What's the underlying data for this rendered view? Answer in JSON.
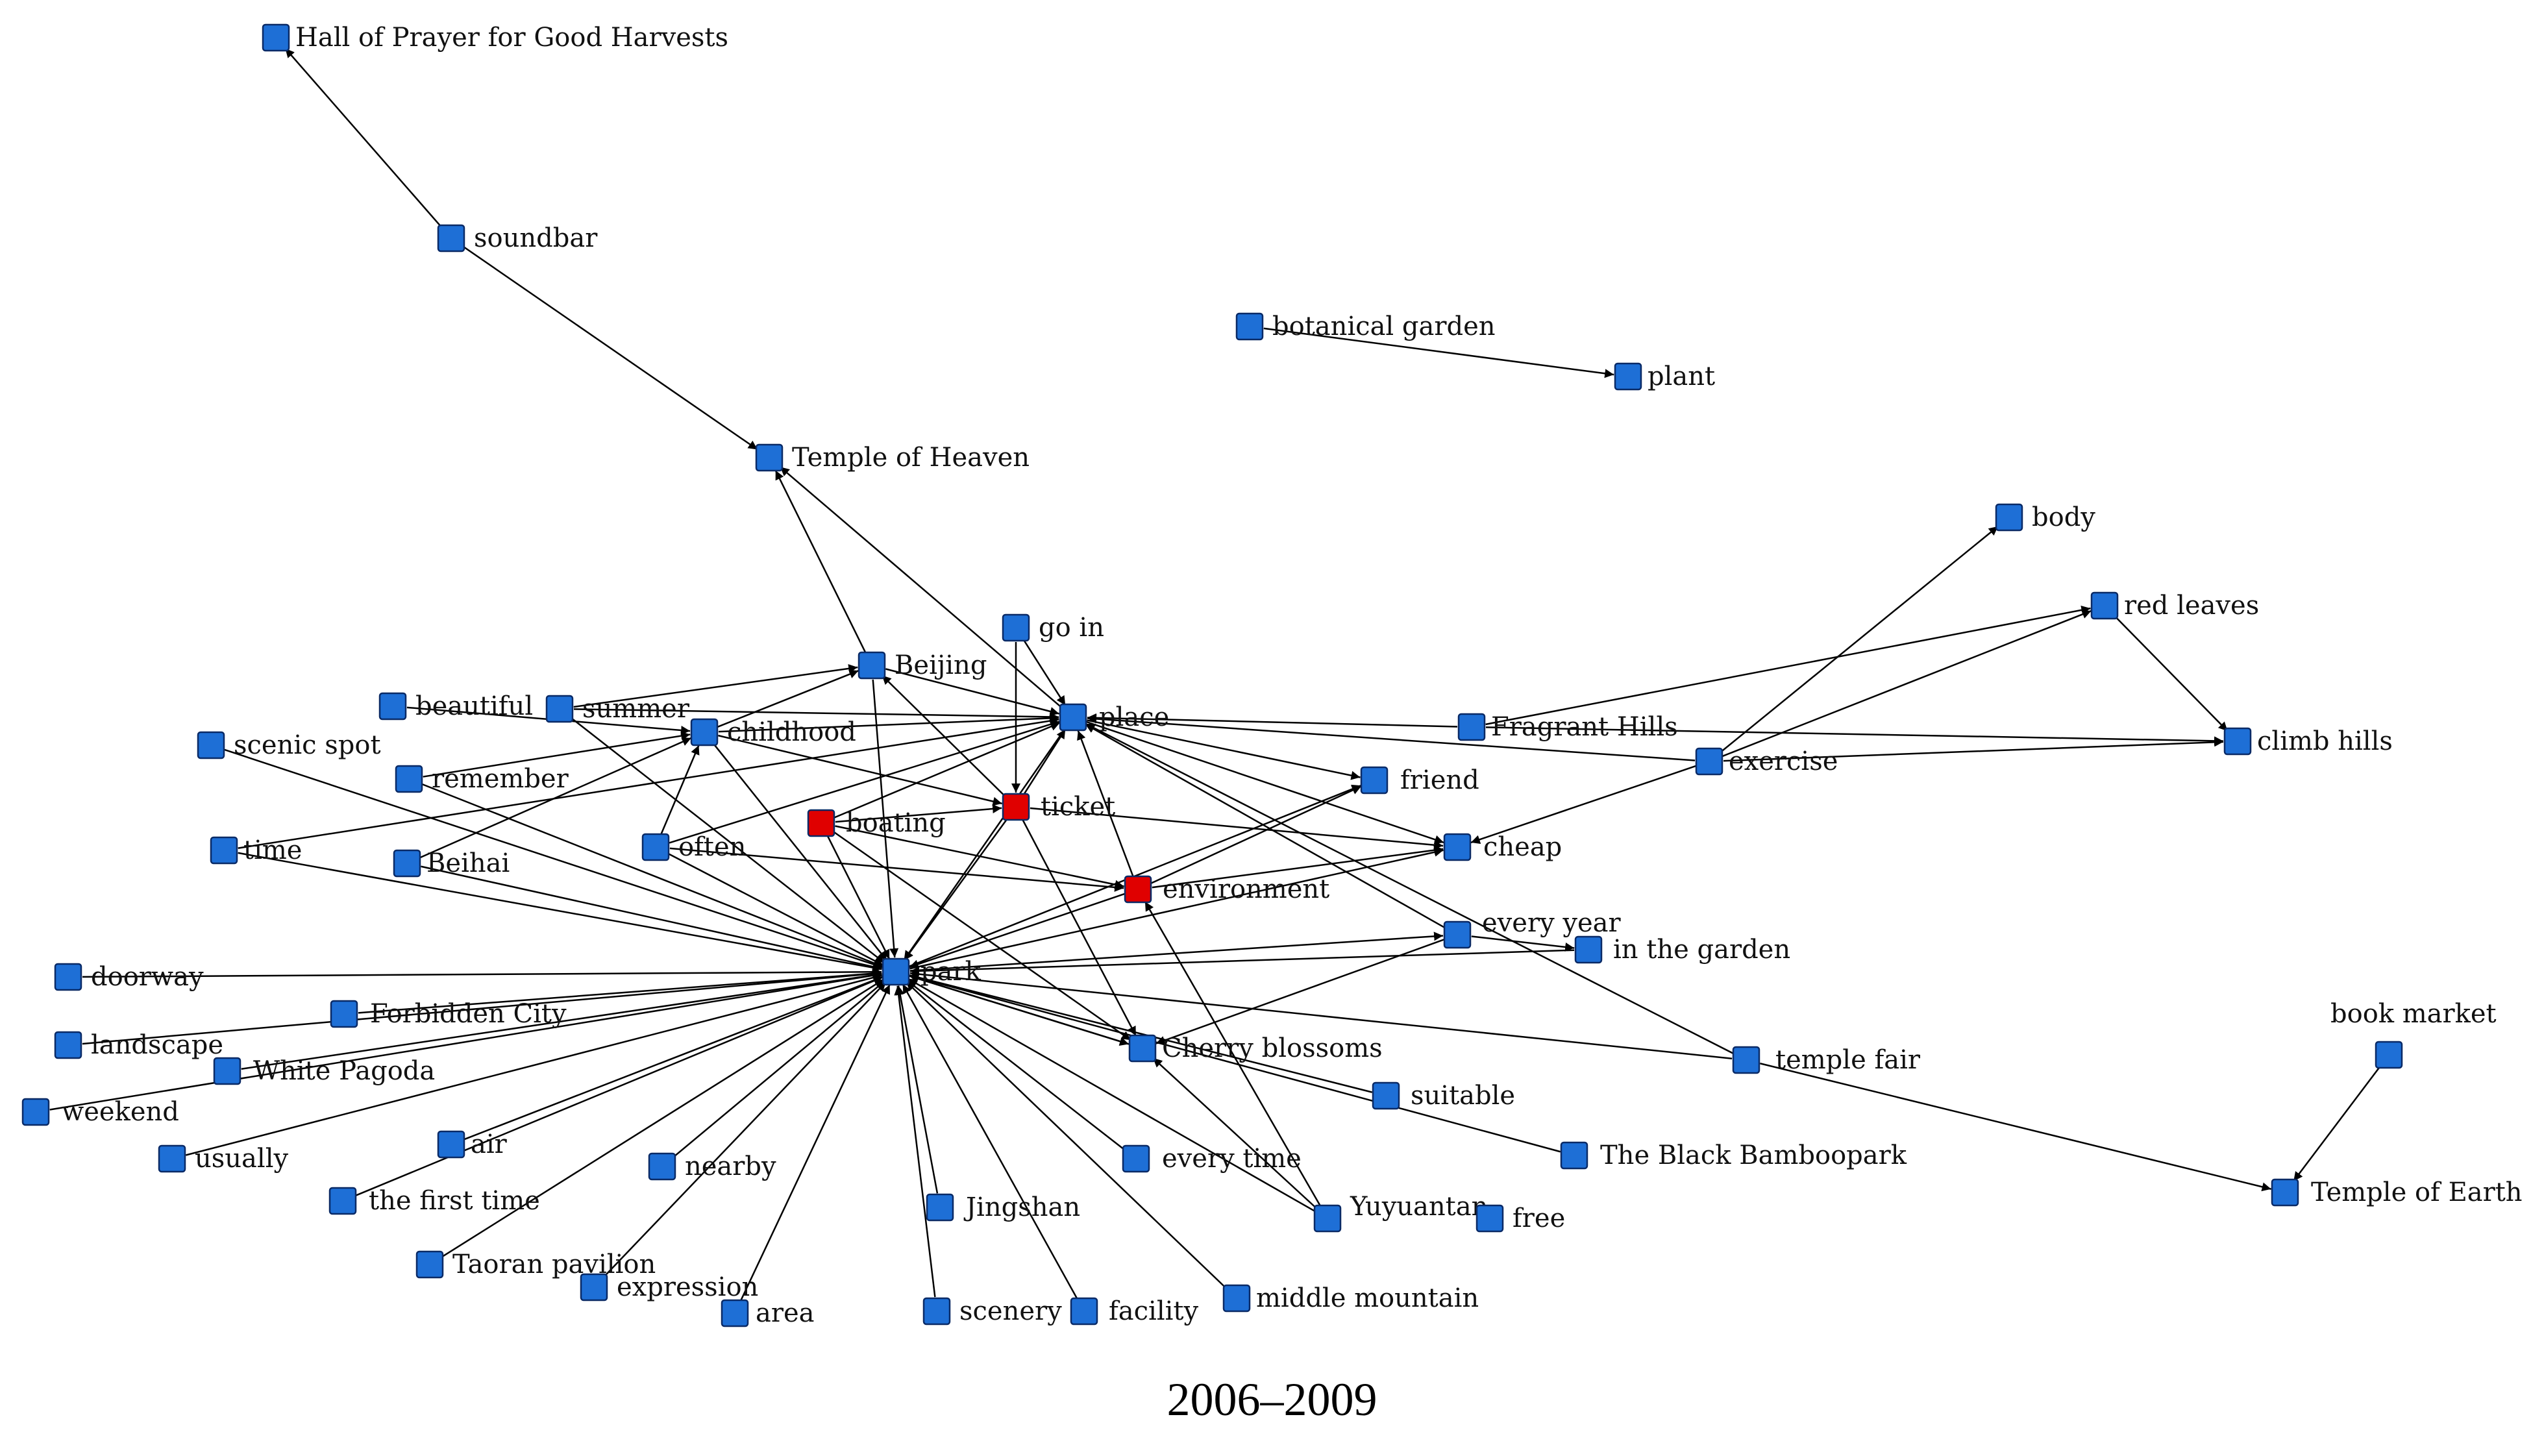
{
  "caption": "2006–2009",
  "colors": {
    "default_node": "#1e6fd6",
    "highlight_node": "#e00000",
    "node_border": "#0a2a66",
    "edge": "#000000"
  },
  "nodes": [
    {
      "id": "hall",
      "label": "Hall of Prayer for Good Harvests",
      "color": "default"
    },
    {
      "id": "soundbar",
      "label": "soundbar",
      "color": "default"
    },
    {
      "id": "botanical",
      "label": "botanical garden",
      "color": "default"
    },
    {
      "id": "plant",
      "label": "plant",
      "color": "default"
    },
    {
      "id": "heaven",
      "label": "Temple of Heaven",
      "color": "default"
    },
    {
      "id": "body",
      "label": "body",
      "color": "default"
    },
    {
      "id": "redleaves",
      "label": "red leaves",
      "color": "default"
    },
    {
      "id": "goin",
      "label": "go in",
      "color": "default"
    },
    {
      "id": "beijing",
      "label": "Beijing",
      "color": "default"
    },
    {
      "id": "beautiful",
      "label": "beautiful",
      "color": "default"
    },
    {
      "id": "summer",
      "label": "summer",
      "color": "default"
    },
    {
      "id": "childhood",
      "label": "childhood",
      "color": "default"
    },
    {
      "id": "place",
      "label": "place",
      "color": "default"
    },
    {
      "id": "fragrant",
      "label": "Fragrant Hills",
      "color": "default"
    },
    {
      "id": "climb",
      "label": "climb hills",
      "color": "default"
    },
    {
      "id": "scenic",
      "label": "scenic spot",
      "color": "default"
    },
    {
      "id": "exercise",
      "label": "exercise",
      "color": "default"
    },
    {
      "id": "remember",
      "label": "remember",
      "color": "default"
    },
    {
      "id": "friend",
      "label": "friend",
      "color": "default"
    },
    {
      "id": "ticket",
      "label": "ticket",
      "color": "highlight"
    },
    {
      "id": "boating",
      "label": "boating",
      "color": "highlight"
    },
    {
      "id": "often",
      "label": "often",
      "color": "default"
    },
    {
      "id": "cheap",
      "label": "cheap",
      "color": "default"
    },
    {
      "id": "time",
      "label": "time",
      "color": "default"
    },
    {
      "id": "beihai",
      "label": "Beihai",
      "color": "default"
    },
    {
      "id": "environment",
      "label": "environment",
      "color": "highlight"
    },
    {
      "id": "everyyear",
      "label": "every year",
      "color": "default"
    },
    {
      "id": "inthegarden",
      "label": "in the garden",
      "color": "default"
    },
    {
      "id": "doorway",
      "label": "doorway",
      "color": "default"
    },
    {
      "id": "park",
      "label": "park",
      "color": "default"
    },
    {
      "id": "forbidden",
      "label": "Forbidden City",
      "color": "default"
    },
    {
      "id": "bookmarket",
      "label": "book market",
      "color": "default"
    },
    {
      "id": "landscape",
      "label": "landscape",
      "color": "default"
    },
    {
      "id": "cherry",
      "label": "Cherry blossoms",
      "color": "default"
    },
    {
      "id": "templefair",
      "label": "temple fair",
      "color": "default"
    },
    {
      "id": "whitepagoda",
      "label": "White Pagoda",
      "color": "default"
    },
    {
      "id": "suitable",
      "label": "suitable",
      "color": "default"
    },
    {
      "id": "weekend",
      "label": "weekend",
      "color": "default"
    },
    {
      "id": "usually",
      "label": "usually",
      "color": "default"
    },
    {
      "id": "air",
      "label": "air",
      "color": "default"
    },
    {
      "id": "blackbamboo",
      "label": "The Black Bamboopark",
      "color": "default"
    },
    {
      "id": "earth",
      "label": "Temple of Earth",
      "color": "default"
    },
    {
      "id": "nearby",
      "label": "nearby",
      "color": "default"
    },
    {
      "id": "everytime",
      "label": "every time",
      "color": "default"
    },
    {
      "id": "firsttime",
      "label": "the first time",
      "color": "default"
    },
    {
      "id": "jingshan",
      "label": "Jingshan",
      "color": "default"
    },
    {
      "id": "yuyuantan",
      "label": "Yuyuantan",
      "color": "default"
    },
    {
      "id": "free",
      "label": "free",
      "color": "default"
    },
    {
      "id": "taoran",
      "label": "Taoran pavilion",
      "color": "default"
    },
    {
      "id": "expression",
      "label": "expression",
      "color": "default"
    },
    {
      "id": "middlemountain",
      "label": "middle mountain",
      "color": "default"
    },
    {
      "id": "area",
      "label": "area",
      "color": "default"
    },
    {
      "id": "scenery",
      "label": "scenery",
      "color": "default"
    },
    {
      "id": "facility",
      "label": "facility",
      "color": "default"
    }
  ],
  "edges": [
    [
      "soundbar",
      "hall"
    ],
    [
      "soundbar",
      "heaven"
    ],
    [
      "botanical",
      "plant"
    ],
    [
      "beijing",
      "heaven"
    ],
    [
      "place",
      "heaven"
    ],
    [
      "exercise",
      "body"
    ],
    [
      "exercise",
      "redleaves"
    ],
    [
      "fragrant",
      "redleaves"
    ],
    [
      "redleaves",
      "climb"
    ],
    [
      "exercise",
      "climb"
    ],
    [
      "fragrant",
      "climb"
    ],
    [
      "templefair",
      "earth"
    ],
    [
      "bookmarket",
      "earth"
    ],
    [
      "goin",
      "place"
    ],
    [
      "goin",
      "ticket"
    ],
    [
      "beijing",
      "place"
    ],
    [
      "summer",
      "beijing"
    ],
    [
      "childhood",
      "beijing"
    ],
    [
      "summer",
      "place"
    ],
    [
      "childhood",
      "place"
    ],
    [
      "childhood",
      "ticket"
    ],
    [
      "remember",
      "childhood"
    ],
    [
      "beautiful",
      "childhood"
    ],
    [
      "often",
      "childhood"
    ],
    [
      "beihai",
      "childhood"
    ],
    [
      "time",
      "place"
    ],
    [
      "often",
      "place"
    ],
    [
      "boating",
      "ticket"
    ],
    [
      "boating",
      "place"
    ],
    [
      "ticket",
      "place"
    ],
    [
      "ticket",
      "beijing"
    ],
    [
      "environment",
      "place"
    ],
    [
      "environment",
      "friend"
    ],
    [
      "environment",
      "cheap"
    ],
    [
      "ticket",
      "cheap"
    ],
    [
      "place",
      "friend"
    ],
    [
      "place",
      "cheap"
    ],
    [
      "fragrant",
      "place"
    ],
    [
      "exercise",
      "place"
    ],
    [
      "exercise",
      "cheap"
    ],
    [
      "everyyear",
      "place"
    ],
    [
      "everyyear",
      "inthegarden"
    ],
    [
      "templefair",
      "place"
    ],
    [
      "templefair",
      "park"
    ],
    [
      "often",
      "environment"
    ],
    [
      "boating",
      "environment"
    ],
    [
      "yuyuantan",
      "environment"
    ],
    [
      "ticket",
      "cherry"
    ],
    [
      "boating",
      "cherry"
    ],
    [
      "everyyear",
      "cherry"
    ],
    [
      "yuyuantan",
      "cherry"
    ],
    [
      "place",
      "park"
    ],
    [
      "ticket",
      "park"
    ],
    [
      "environment",
      "park"
    ],
    [
      "beijing",
      "park"
    ],
    [
      "childhood",
      "park"
    ],
    [
      "summer",
      "park"
    ],
    [
      "remember",
      "park"
    ],
    [
      "scenic",
      "park"
    ],
    [
      "time",
      "park"
    ],
    [
      "beihai",
      "park"
    ],
    [
      "often",
      "park"
    ],
    [
      "boating",
      "park"
    ],
    [
      "doorway",
      "park"
    ],
    [
      "forbidden",
      "park"
    ],
    [
      "landscape",
      "park"
    ],
    [
      "whitepagoda",
      "park"
    ],
    [
      "weekend",
      "park"
    ],
    [
      "usually",
      "park"
    ],
    [
      "air",
      "park"
    ],
    [
      "firsttime",
      "park"
    ],
    [
      "taoran",
      "park"
    ],
    [
      "nearby",
      "park"
    ],
    [
      "expression",
      "park"
    ],
    [
      "area",
      "park"
    ],
    [
      "jingshan",
      "park"
    ],
    [
      "scenery",
      "park"
    ],
    [
      "facility",
      "park"
    ],
    [
      "middlemountain",
      "park"
    ],
    [
      "everytime",
      "park"
    ],
    [
      "yuyuantan",
      "park"
    ],
    [
      "cherry",
      "park"
    ],
    [
      "suitable",
      "park"
    ],
    [
      "blackbamboo",
      "park"
    ],
    [
      "inthegarden",
      "park"
    ],
    [
      "park",
      "everyyear"
    ],
    [
      "park",
      "friend"
    ],
    [
      "park",
      "cheap"
    ],
    [
      "park",
      "cherry"
    ]
  ]
}
